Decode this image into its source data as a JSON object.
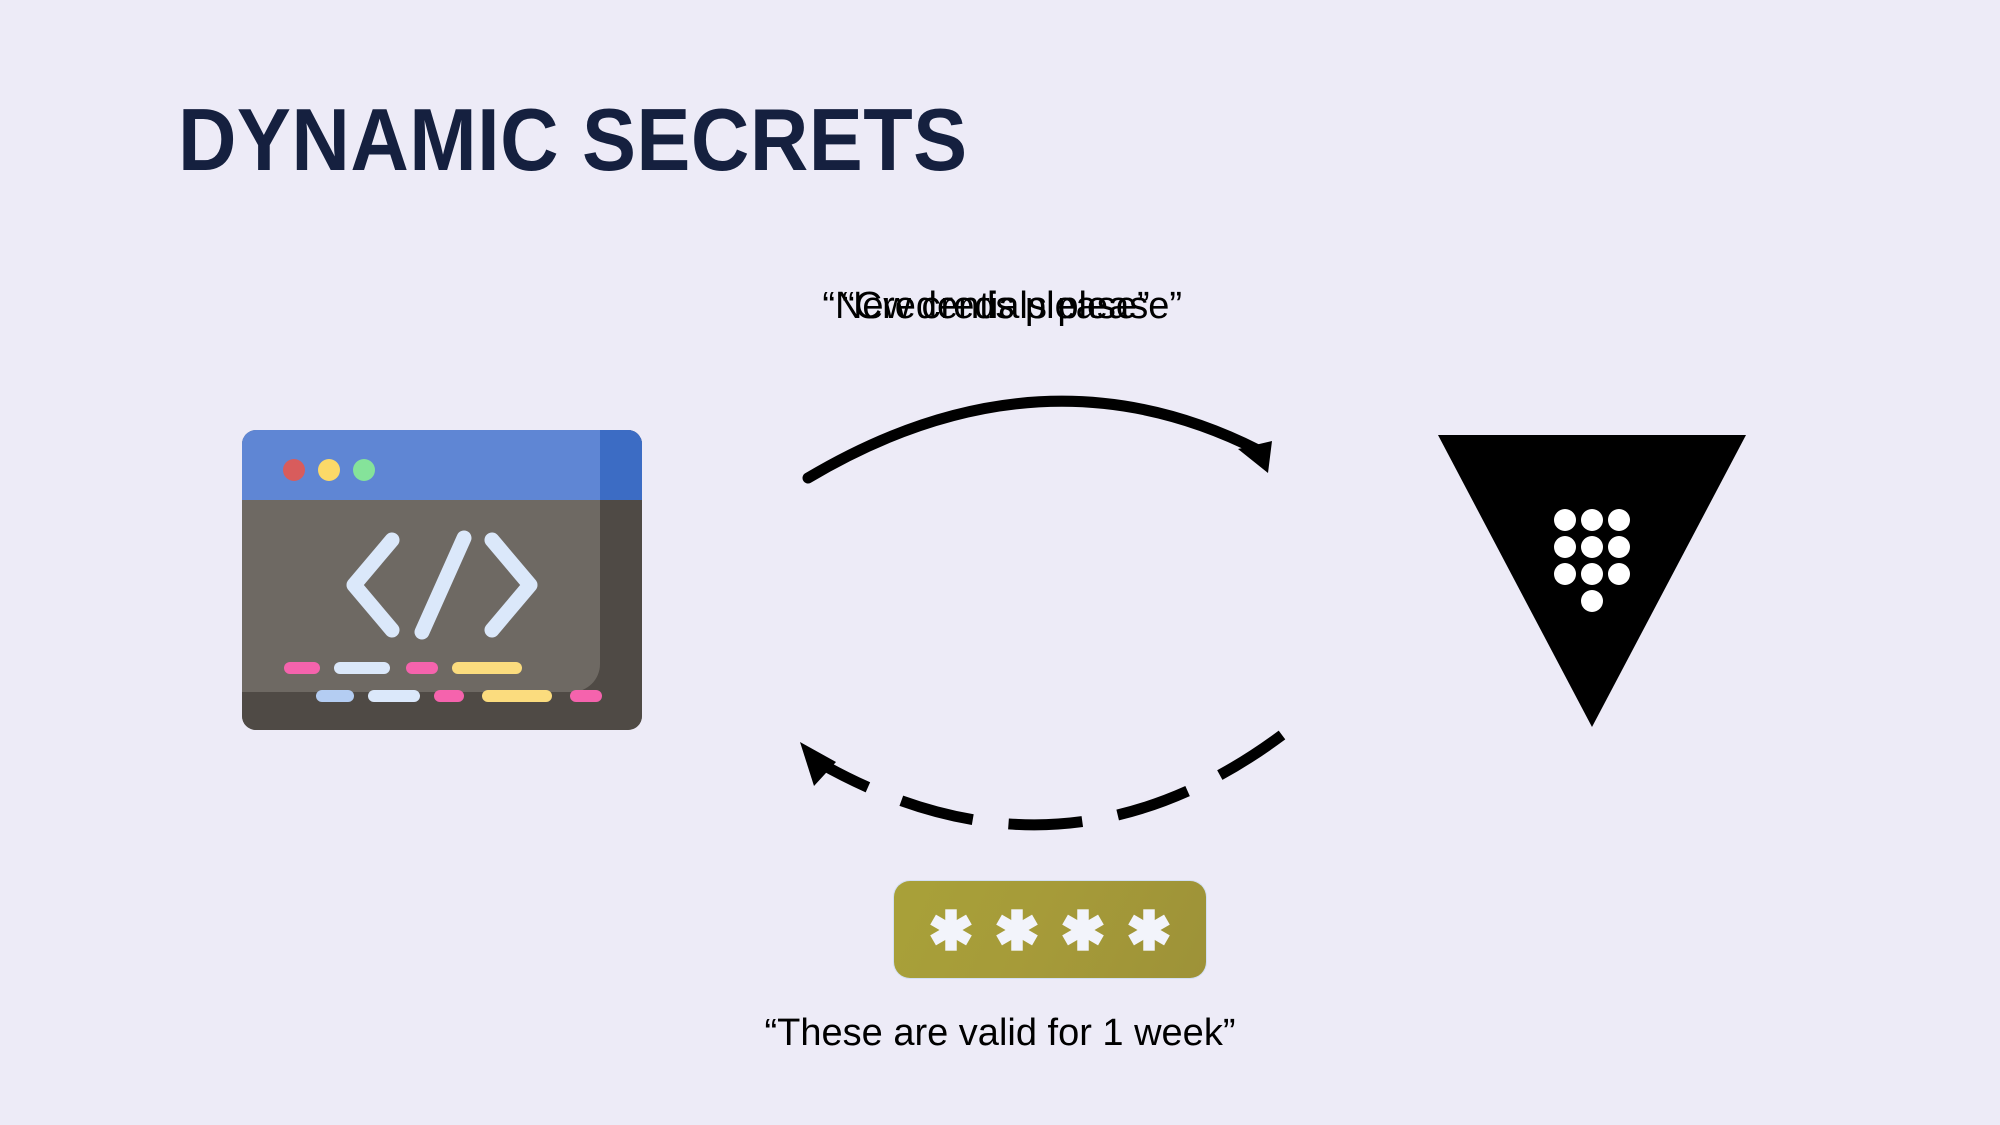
{
  "slide": {
    "title": "DYNAMIC SECRETS",
    "background_color": "#edebf7",
    "title_color": "#15203f"
  },
  "actors": {
    "app": {
      "name": "code-editor-window",
      "icon": "code-window-icon",
      "titlebar_color": "#5f86d4",
      "titlebar_shadow_color": "#3c6cc4",
      "body_color": "#6e6963",
      "body_shadow_color": "#4f4a45",
      "glyph": "</>",
      "glyph_color": "#dbe8fa",
      "dots": [
        {
          "name": "close-dot",
          "color": "#d85c5c"
        },
        {
          "name": "minimize-dot",
          "color": "#fcd968"
        },
        {
          "name": "maximize-dot",
          "color": "#85e39a"
        }
      ],
      "code_lines_row_one": [
        "#f563ad",
        "#dbe8fa",
        "#f563ad",
        "#fbdc7e"
      ],
      "code_lines_row_two": [
        "#b4cdf2",
        "#dbe8fa",
        "#f563ad",
        "#fbdc7e",
        "#f563ad"
      ]
    },
    "vault": {
      "name": "vault-logo",
      "icon": "vault-triangle-icon",
      "color": "#000000",
      "dot_color": "#ffffff",
      "dot_rows": [
        3,
        3,
        3,
        1
      ]
    }
  },
  "flow": {
    "request_arrow": {
      "name": "request-arrow",
      "style": "solid",
      "direction": "app-to-vault",
      "color": "#000000"
    },
    "response_arrow": {
      "name": "response-arrow",
      "style": "dashed",
      "direction": "vault-to-app",
      "color": "#000000"
    }
  },
  "captions": {
    "request_primary": "“Credentials please”",
    "request_secondary": "“New creds please”",
    "response": "“These are valid for 1 week”"
  },
  "credentials_chip": {
    "name": "credentials-chip",
    "color": "#a69b39",
    "masked_value": "✱✱✱✱",
    "character_count": 4
  }
}
